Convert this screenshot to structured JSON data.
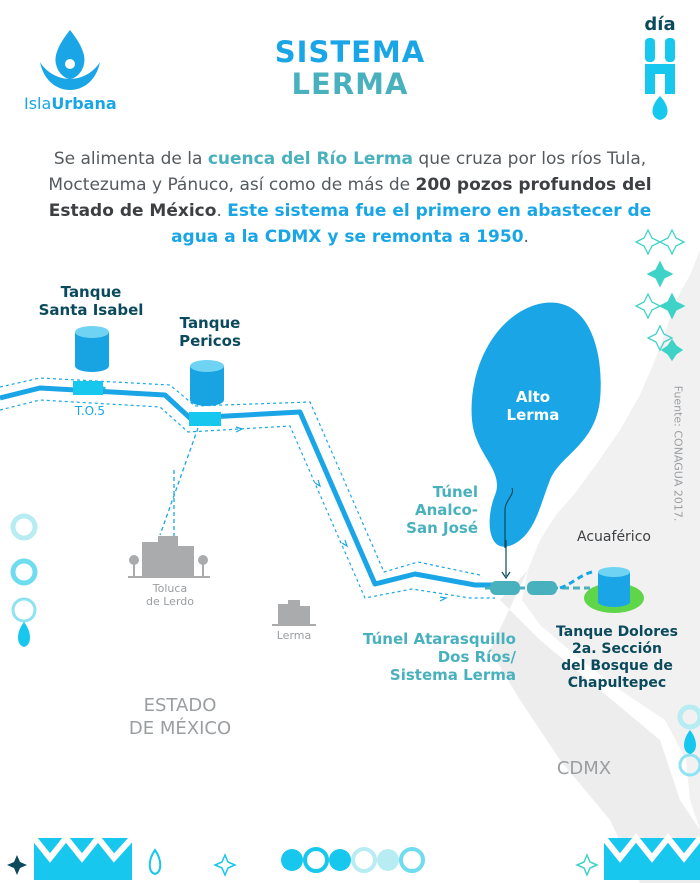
{
  "brand": {
    "logo_prefix": "Isla",
    "logo_suffix": "Urbana",
    "day_badge": "día"
  },
  "title": {
    "line1": "SISTEMA",
    "line2": "LERMA"
  },
  "intro": {
    "p1": "Se alimenta de la ",
    "h1": "cuenca del Río Lerma",
    "p2": " que cruza por los ríos Tula, Moctezuma y Pánuco, así como de más de ",
    "b1": "200 pozos profundos del Estado de México",
    "p3": ". ",
    "h2": "Este sistema fue el primero en abastecer de agua a la CDMX y se remonta a 1950",
    "p4": "."
  },
  "labels": {
    "tank_santa_isabel": [
      "Tanque",
      "Santa Isabel"
    ],
    "tank_pericos": [
      "Tanque",
      "Pericos"
    ],
    "to5": "T.O.5",
    "alto_lerma": [
      "Alto",
      "Lerma"
    ],
    "tunel_analco": [
      "Túnel",
      "Analco-",
      "San José"
    ],
    "acuaferico": "Acuaférico",
    "tunel_atarasquillo": [
      "Túnel Atarasquillo",
      "Dos Ríos/",
      "Sistema Lerma"
    ],
    "tanque_dolores": [
      "Tanque Dolores",
      "2a. Sección",
      "del Bosque de",
      "Chapultepec"
    ],
    "toluca": [
      "Toluca",
      "de Lerdo"
    ],
    "lerma_town": "Lerma",
    "estado": [
      "ESTADO",
      "DE MÉXICO"
    ],
    "cdmx": "CDMX",
    "source": "Fuente: CONAGUA 2017."
  },
  "colors": {
    "blue": "#1aa6e6",
    "teal": "#49b1bd",
    "navy": "#0b4a5c",
    "cyan": "#18c7ee",
    "land": "#efefef",
    "green": "#5fd64a"
  }
}
